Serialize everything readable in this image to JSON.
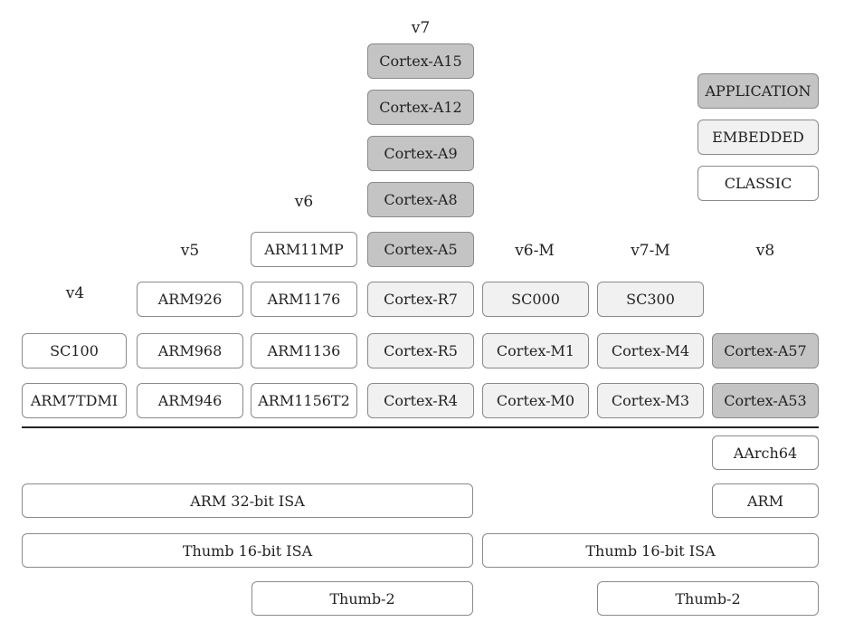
{
  "versions": {
    "v4": "v4",
    "v5": "v5",
    "v6": "v6",
    "v7": "v7",
    "v6m": "v6-M",
    "v7m": "v7-M",
    "v8": "v8"
  },
  "legend": {
    "application": "APPLICATION",
    "embedded": "EMBEDDED",
    "classic": "CLASSIC"
  },
  "cores": {
    "v4": [
      "SC100",
      "ARM7TDMI"
    ],
    "v5": [
      "ARM926",
      "ARM968",
      "ARM946"
    ],
    "v6": [
      "ARM11MP",
      "ARM1176",
      "ARM1136",
      "ARM1156T2"
    ],
    "v7": [
      "Cortex-A15",
      "Cortex-A12",
      "Cortex-A9",
      "Cortex-A8",
      "Cortex-A5",
      "Cortex-R7",
      "Cortex-R5",
      "Cortex-R4"
    ],
    "v6m": [
      "SC000",
      "Cortex-M1",
      "Cortex-M0"
    ],
    "v7m": [
      "SC300",
      "Cortex-M4",
      "Cortex-M3"
    ],
    "v8": [
      "Cortex-A57",
      "Cortex-A53"
    ]
  },
  "isa": {
    "aarch64": "AArch64",
    "arm_v8": "ARM",
    "arm32": "ARM 32-bit ISA",
    "thumb16_left": "Thumb 16-bit ISA",
    "thumb16_right": "Thumb 16-bit ISA",
    "thumb2_left": "Thumb-2",
    "thumb2_right": "Thumb-2"
  },
  "colors": {
    "application": "#c4c4c4",
    "embedded": "#f1f1f1",
    "classic": "#ffffff"
  }
}
